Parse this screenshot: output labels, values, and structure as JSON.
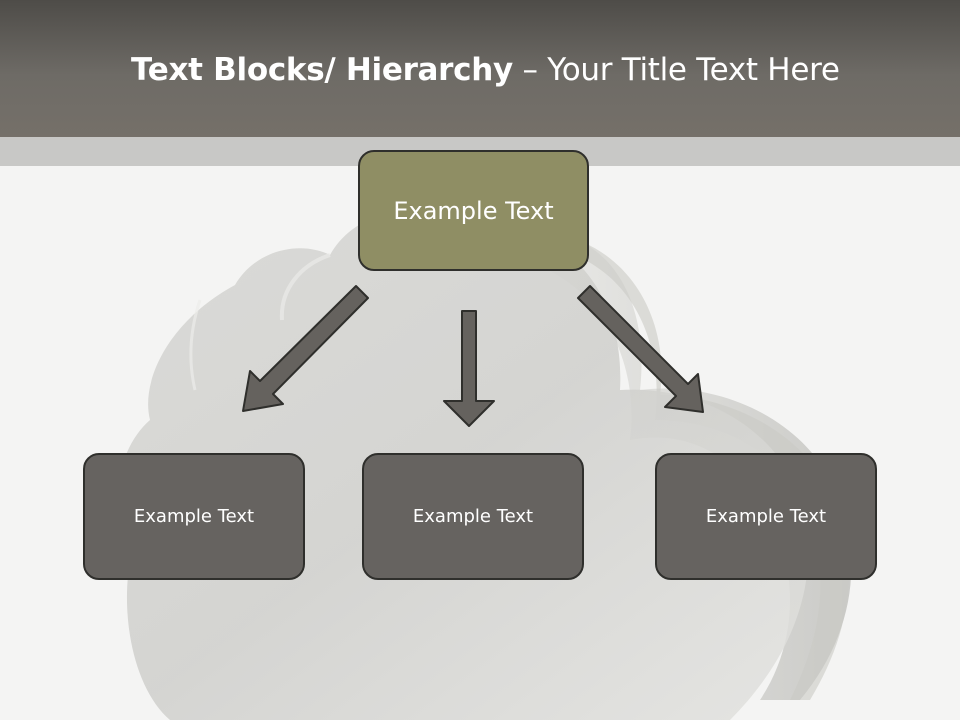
{
  "slide": {
    "title_bold": "Text Blocks/ Hierarchy",
    "title_dash": " – ",
    "title_rest": "Your Title Text Here"
  },
  "diagram": {
    "root": {
      "label": "Example Text"
    },
    "children": [
      {
        "label": "Example Text"
      },
      {
        "label": "Example Text"
      },
      {
        "label": "Example Text"
      }
    ]
  },
  "colors": {
    "title_bar": "#6e6b66",
    "accent_strip": "#c8c8c6",
    "root_fill": "#8f8e64",
    "child_fill": "#666360",
    "arrow_fill": "#65625e",
    "border": "#2f2f2c"
  },
  "icons": [
    "cloud-image",
    "arrow-down-left-icon",
    "arrow-down-icon",
    "arrow-down-right-icon"
  ]
}
